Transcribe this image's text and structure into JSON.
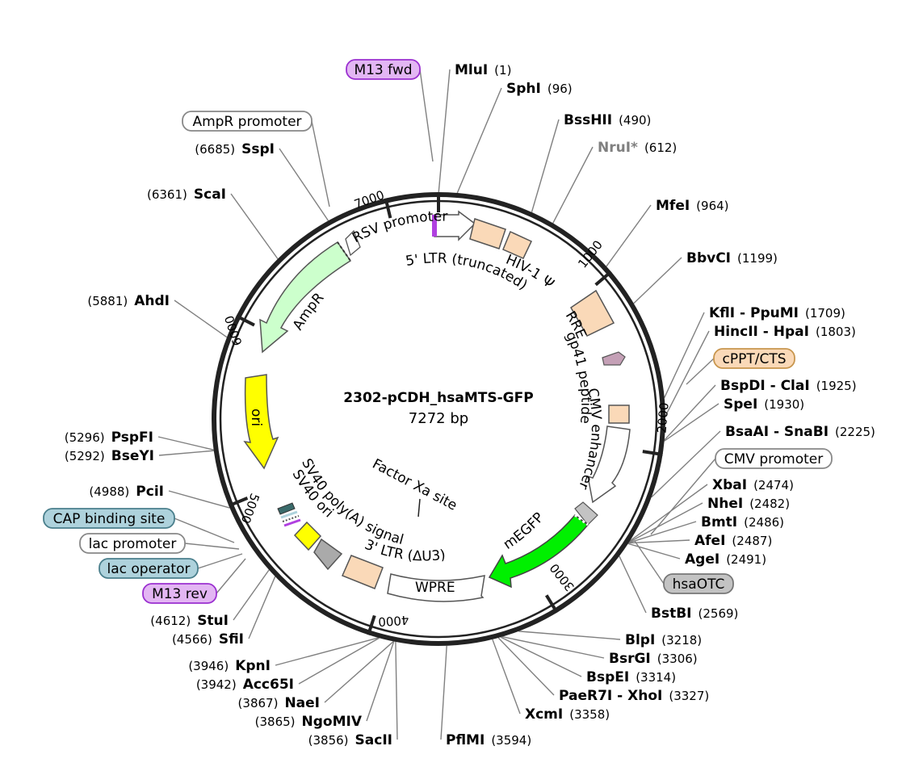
{
  "plasmid": {
    "name": "2302-pCDH_hsaMTS-GFP",
    "length_bp": 7272,
    "size_label": "7272 bp"
  },
  "ticks": [
    "1000",
    "2000",
    "3000",
    "4000",
    "5000",
    "6000",
    "7000"
  ],
  "colors": {
    "backbone": "#222222",
    "leader": "#808080",
    "primer_bind": "#e3b6f3",
    "primer_border": "#9b30d0",
    "protein_bind": "#aed2dc",
    "promoter_fill": "#ffffff",
    "misc_fill": "#fad9b8",
    "orc_fill": "#c3c3c3",
    "ampr": "#ccffcc",
    "ori": "#ffff00",
    "mEGFP": "#00f000",
    "gp41": "#c4a0b6",
    "gray_site": "#808080"
  },
  "sites": [
    {
      "name": "MluI",
      "pos": "(1)",
      "side": "R"
    },
    {
      "name": "SphI",
      "pos": "(96)",
      "side": "R"
    },
    {
      "name": "BssHII",
      "pos": "(490)",
      "side": "R"
    },
    {
      "name": "NruI*",
      "pos": "(612)",
      "side": "R",
      "gray": true
    },
    {
      "name": "MfeI",
      "pos": "(964)",
      "side": "R"
    },
    {
      "name": "BbvCI",
      "pos": "(1199)",
      "side": "R"
    },
    {
      "name": "KflI - PpuMI",
      "pos": "(1709)",
      "side": "R"
    },
    {
      "name": "HincII - HpaI",
      "pos": "(1803)",
      "side": "R"
    },
    {
      "name": "BspDI - ClaI",
      "pos": "(1925)",
      "side": "R"
    },
    {
      "name": "SpeI",
      "pos": "(1930)",
      "side": "R"
    },
    {
      "name": "BsaAI - SnaBI",
      "pos": "(2225)",
      "side": "R"
    },
    {
      "name": "XbaI",
      "pos": "(2474)",
      "side": "R"
    },
    {
      "name": "NheI",
      "pos": "(2482)",
      "side": "R"
    },
    {
      "name": "BmtI",
      "pos": "(2486)",
      "side": "R"
    },
    {
      "name": "AfeI",
      "pos": "(2487)",
      "side": "R"
    },
    {
      "name": "AgeI",
      "pos": "(2491)",
      "side": "R"
    },
    {
      "name": "BstBI",
      "pos": "(2569)",
      "side": "R"
    },
    {
      "name": "BlpI",
      "pos": "(3218)",
      "side": "R"
    },
    {
      "name": "BsrGI",
      "pos": "(3306)",
      "side": "R"
    },
    {
      "name": "BspEI",
      "pos": "(3314)",
      "side": "R"
    },
    {
      "name": "PaeR7I - XhoI",
      "pos": "(3327)",
      "side": "R"
    },
    {
      "name": "XcmI",
      "pos": "(3358)",
      "side": "R"
    },
    {
      "name": "PflMI",
      "pos": "(3594)",
      "side": "R"
    },
    {
      "name": "SacII",
      "pos": "(3856)",
      "side": "L"
    },
    {
      "name": "NgoMIV",
      "pos": "(3865)",
      "side": "L"
    },
    {
      "name": "NaeI",
      "pos": "(3867)",
      "side": "L"
    },
    {
      "name": "Acc65I",
      "pos": "(3942)",
      "side": "L"
    },
    {
      "name": "KpnI",
      "pos": "(3946)",
      "side": "L"
    },
    {
      "name": "SfiI",
      "pos": "(4566)",
      "side": "L"
    },
    {
      "name": "StuI",
      "pos": "(4612)",
      "side": "L"
    },
    {
      "name": "PciI",
      "pos": "(4988)",
      "side": "L"
    },
    {
      "name": "BseYI",
      "pos": "(5292)",
      "side": "L"
    },
    {
      "name": "PspFI",
      "pos": "(5296)",
      "side": "L"
    },
    {
      "name": "AhdI",
      "pos": "(5881)",
      "side": "L"
    },
    {
      "name": "ScaI",
      "pos": "(6361)",
      "side": "L"
    },
    {
      "name": "SspI",
      "pos": "(6685)",
      "side": "L"
    }
  ],
  "pills": [
    {
      "text": "M13 fwd",
      "kind": "primer_bind"
    },
    {
      "text": "AmpR promoter",
      "kind": "promoter"
    },
    {
      "text": "cPPT/CTS",
      "kind": "misc"
    },
    {
      "text": "CMV promoter",
      "kind": "promoter"
    },
    {
      "text": "hsaOTC",
      "kind": "orc"
    },
    {
      "text": "CAP binding site",
      "kind": "protein_bind"
    },
    {
      "text": "lac promoter",
      "kind": "promoter"
    },
    {
      "text": "lac operator",
      "kind": "protein_bind"
    },
    {
      "text": "M13 rev",
      "kind": "primer_bind"
    }
  ],
  "features": [
    {
      "text": "RSV promoter"
    },
    {
      "text": "5' LTR (truncated)"
    },
    {
      "text": "HIV-1 Ψ"
    },
    {
      "text": "RRE"
    },
    {
      "text": "gp41 peptide"
    },
    {
      "text": "CMV enhancer"
    },
    {
      "text": "mEGFP"
    },
    {
      "text": "WPRE"
    },
    {
      "text": "3' LTR (ΔU3)"
    },
    {
      "text": "SV40 poly(A) signal"
    },
    {
      "text": "SV40 ori"
    },
    {
      "text": "Factor Xa site"
    },
    {
      "text": "ori"
    },
    {
      "text": "AmpR"
    }
  ]
}
